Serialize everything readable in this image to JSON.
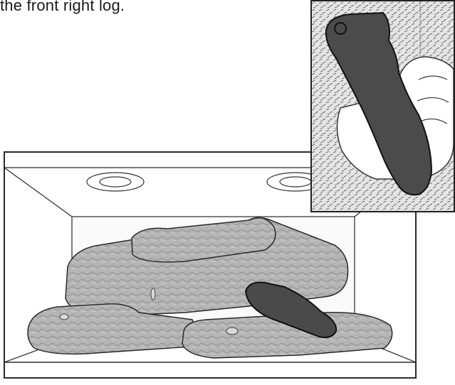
{
  "instruction": {
    "text": "the front right log."
  },
  "illustration": {
    "main": "fireplace-with-log-set",
    "inset": "hand-holding-log",
    "palette": {
      "log_fill": "#b3b3b3",
      "highlight_log": "#4a4a4a",
      "outline": "#1f1f1f",
      "background": "#ffffff"
    }
  }
}
